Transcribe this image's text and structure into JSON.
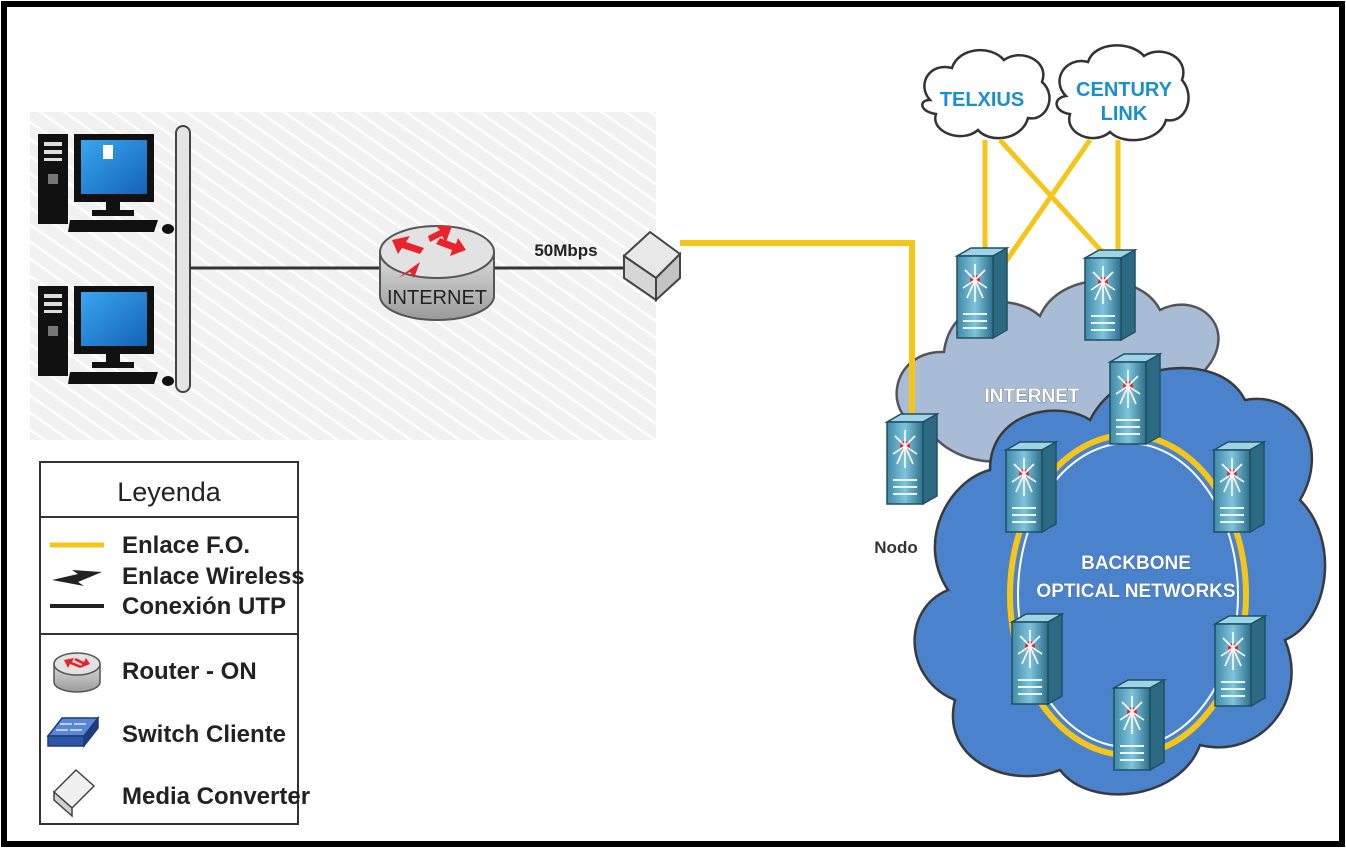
{
  "diagram": {
    "router_label": "INTERNET",
    "speed_label": "50Mbps",
    "node_label": "Nodo",
    "internet_cloud_label": "INTERNET",
    "backbone_label_line1": "BACKBONE",
    "backbone_label_line2": "OPTICAL NETWORKS",
    "provider_1": "TELXIUS",
    "provider_2_line1": "CENTURY",
    "provider_2_line2": "LINK"
  },
  "legend": {
    "title": "Leyenda",
    "items": [
      {
        "icon": "fiber-line-icon",
        "label": "Enlace F.O."
      },
      {
        "icon": "wireless-bolt-icon",
        "label": "Enlace Wireless"
      },
      {
        "icon": "utp-line-icon",
        "label": "Conexión UTP"
      },
      {
        "icon": "router-icon",
        "label": "Router - ON"
      },
      {
        "icon": "switch-icon",
        "label": "Switch Cliente"
      },
      {
        "icon": "media-converter-icon",
        "label": "Media Converter"
      }
    ]
  },
  "colors": {
    "fiber": "#f5c518",
    "utp": "#333333",
    "internet_cloud": "#a9bcd6",
    "backbone_cloud": "#4a82cc",
    "provider_text": "#1a8fd0",
    "router_arrows": "#e8232b"
  }
}
